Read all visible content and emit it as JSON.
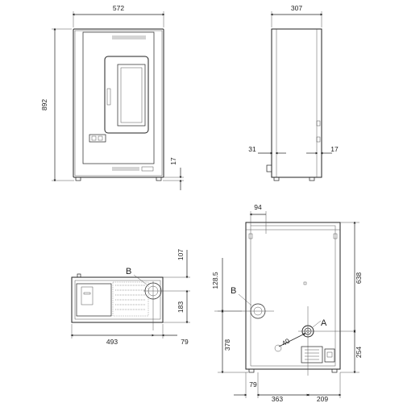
{
  "front_view": {
    "width": "572",
    "height": "892",
    "foot": "17"
  },
  "side_view": {
    "depth": "307",
    "left_offset": "31",
    "right_offset": "17"
  },
  "top_view": {
    "label_b": "B",
    "dim_107": "107",
    "dim_183": "183",
    "dim_493": "493",
    "dim_79": "79"
  },
  "rear_view": {
    "label_a": "A",
    "label_b": "B",
    "dim_94": "94",
    "dim_638": "638",
    "dim_128_5": "128.5",
    "dim_40": "40",
    "dim_378": "378",
    "dim_254": "254",
    "dim_79": "79",
    "dim_363": "363",
    "dim_209": "209"
  }
}
